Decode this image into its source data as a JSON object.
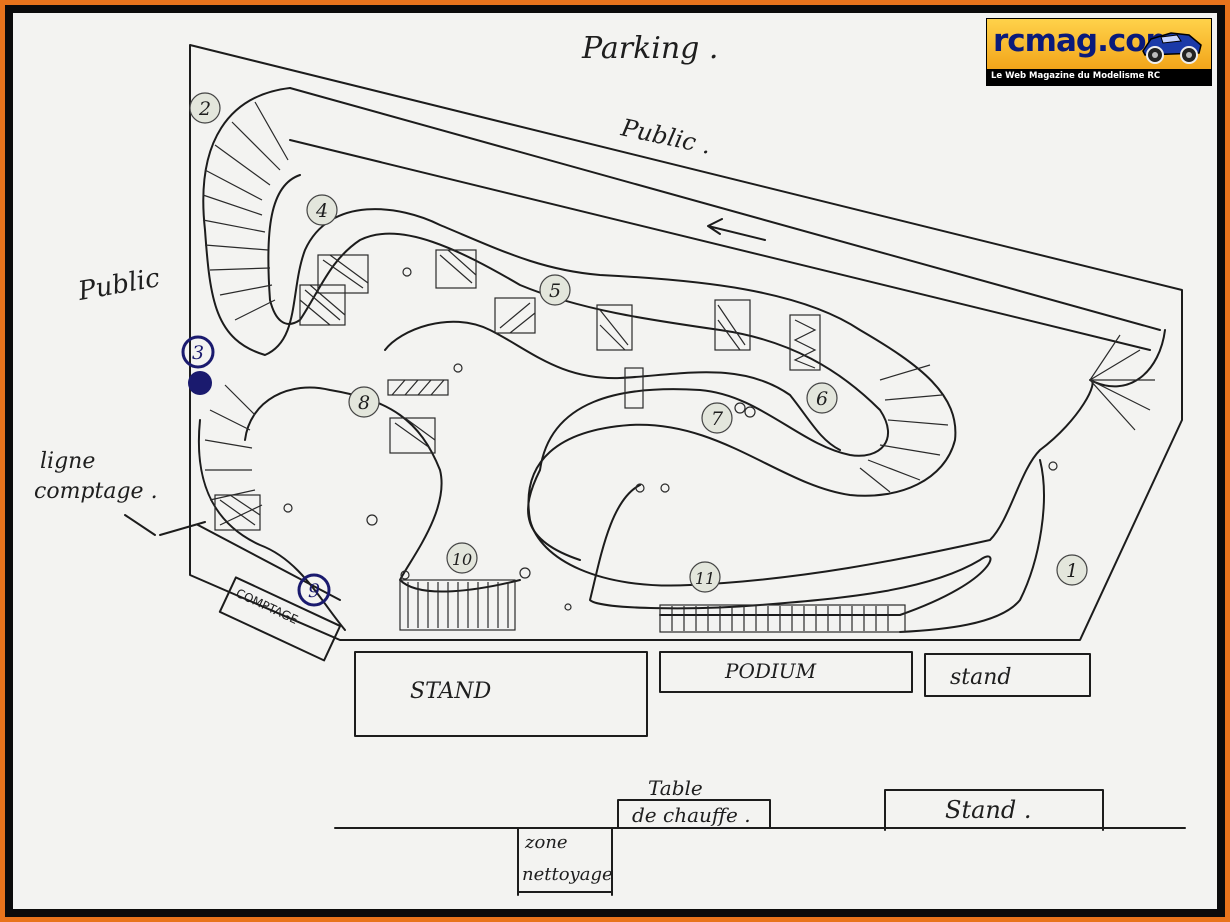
{
  "labels": {
    "parking": "Parking .",
    "public_top": "Public .",
    "public_left": "Public",
    "ligne_l1": "ligne",
    "ligne_l2": "comptage .",
    "comptage": "COMPTAGE",
    "stand_left": "STAND",
    "podium": "PODIUM",
    "stand_right": "stand",
    "table_l1": "Table",
    "table_l2": "de chauffe .",
    "stand_bottom": "Stand .",
    "zone_l1": "zone",
    "zone_l2": "nettoyage"
  },
  "corners": [
    "1",
    "2",
    "3",
    "4",
    "5",
    "6",
    "7",
    "8",
    "9",
    "10",
    "11"
  ],
  "logo": {
    "name": "rcmag.com",
    "tagline": "Le Web Magazine du Modelisme RC"
  },
  "colors": {
    "frame": "#e8741c",
    "paper": "#f3f3f1",
    "ink": "#1c1c1c",
    "blue_ink": "#1a1a6e",
    "logo_text": "#0a1a7a"
  }
}
